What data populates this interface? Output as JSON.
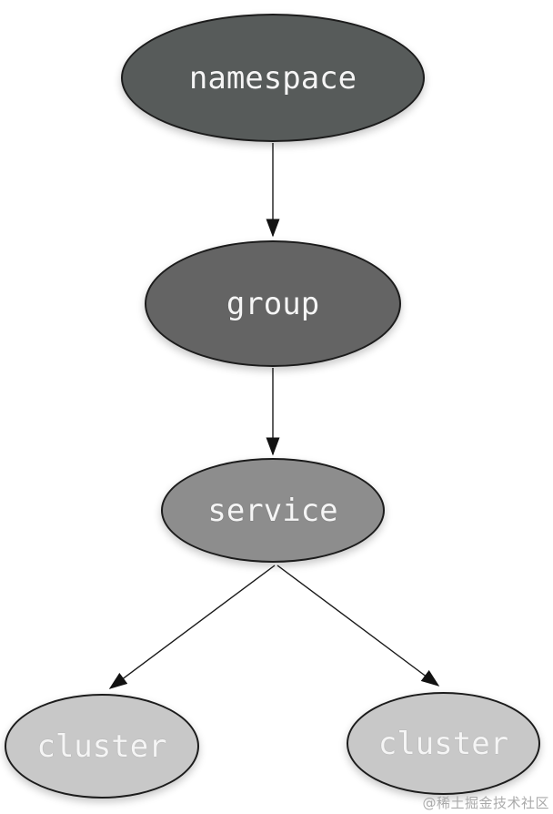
{
  "diagram": {
    "type": "tree",
    "direction": "top-down",
    "background": "#ffffff",
    "edge_color": "#1a1a1a",
    "node_border_color": "#1c1c1c",
    "node_text_color": "#f5f5f5",
    "nodes": [
      {
        "id": "namespace",
        "label": "namespace",
        "fill": "#575b5a",
        "level": 0
      },
      {
        "id": "group",
        "label": "group",
        "fill": "#646464",
        "level": 1
      },
      {
        "id": "service",
        "label": "service",
        "fill": "#8d8d8d",
        "level": 2
      },
      {
        "id": "cluster-left",
        "label": "cluster",
        "fill": "#c8c8c8",
        "level": 3
      },
      {
        "id": "cluster-right",
        "label": "cluster",
        "fill": "#c8c8c8",
        "level": 3
      }
    ],
    "edges": [
      {
        "from": "namespace",
        "to": "group"
      },
      {
        "from": "group",
        "to": "service"
      },
      {
        "from": "service",
        "to": "cluster-left"
      },
      {
        "from": "service",
        "to": "cluster-right"
      }
    ]
  },
  "watermark": {
    "text": "@稀土掘金技术社区",
    "color": "#a6a6a6"
  }
}
